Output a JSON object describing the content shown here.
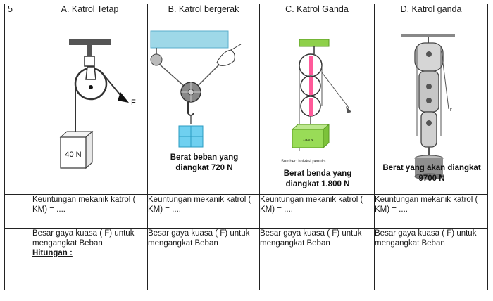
{
  "row_number": "5",
  "columns": [
    {
      "header": "A.   Katrol Tetap",
      "weight_label": "40 N",
      "force_label": "F",
      "keuntungan": "Keuntungan mekanik katrol ( KM) = ....",
      "gaya": "Besar gaya kuasa ( F) untuk mengangkat Beban",
      "hitungan": "Hitungan :"
    },
    {
      "header": "B.   Katrol bergerak",
      "caption": "Berat beban yang diangkat  720 N",
      "keuntungan": "Keuntungan mekanik katrol ( KM) = ....",
      "gaya": "Besar gaya kuasa ( F) untuk mengangkat Beban"
    },
    {
      "header": "C.   Katrol Ganda",
      "box_label": "1.800 N",
      "source": "Sumber: koleksi penulis",
      "caption": "Berat benda yang diangkat 1.800 N",
      "keuntungan": "Keuntungan mekanik katrol ( KM) = ....",
      "gaya": "Besar gaya kuasa ( F) untuk mengangkat Beban"
    },
    {
      "header": "D.   Katrol ganda",
      "force_label": "F",
      "caption": "Berat yang akan diangkat 9700 N",
      "keuntungan": "Keuntungan mekanik katrol ( KM) = ....",
      "gaya": "Besar gaya kuasa ( F) untuk mengangkat Beban"
    }
  ]
}
